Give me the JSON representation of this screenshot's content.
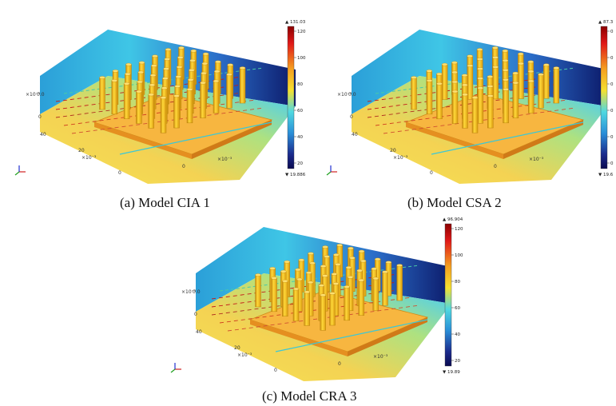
{
  "colors": {
    "hot": "#c41a1a",
    "warm": "#f2c230",
    "mid": "#3ec8e0",
    "cold": "#1b2a8c",
    "pin_fill": "#f3c21d",
    "base_fill": "#f0a830"
  },
  "panels": [
    {
      "caption": "(a) Model CIA 1",
      "colorbar": {
        "max_label": "▲ 131.03",
        "min_label": "▼ 19.886",
        "ticks": [
          "120",
          "100",
          "80",
          "60",
          "40",
          "20"
        ]
      },
      "axis_labels": {
        "z_unit": "×10⁻³",
        "x_unit": "×10⁻³",
        "y_unit": "×10⁻³"
      },
      "axis_ticks": {
        "z": [
          "0"
        ],
        "y": [
          "40",
          "20",
          "0"
        ],
        "x": [
          "0"
        ],
        "z_top": "0.0"
      }
    },
    {
      "caption": "(b) Model CSA 2",
      "colorbar": {
        "max_label": "▲ 87.3",
        "min_label": "▼ 19.6",
        "ticks": [
          "0",
          "0",
          "0",
          "0",
          "0",
          "0"
        ]
      },
      "axis_labels": {
        "z_unit": "×10⁻³",
        "x_unit": "×10⁻³",
        "y_unit": "×10⁻³"
      },
      "axis_ticks": {
        "z": [
          "0"
        ],
        "y": [
          "40",
          "20",
          "0"
        ],
        "x": [
          "0"
        ],
        "z_top": "0.0"
      }
    },
    {
      "caption": "(c) Model CRA 3",
      "colorbar": {
        "max_label": "▲ 96.904",
        "min_label": "▼ 19.89",
        "ticks": [
          "120",
          "100",
          "80",
          "60",
          "40",
          "20"
        ]
      },
      "axis_labels": {
        "z_unit": "×10⁻³",
        "x_unit": "×10⁻³",
        "y_unit": "×10⁻³"
      },
      "axis_ticks": {
        "z": [
          "0"
        ],
        "y": [
          "40",
          "20",
          "0"
        ],
        "x": [
          "0"
        ],
        "z_top": "0.0"
      }
    }
  ]
}
